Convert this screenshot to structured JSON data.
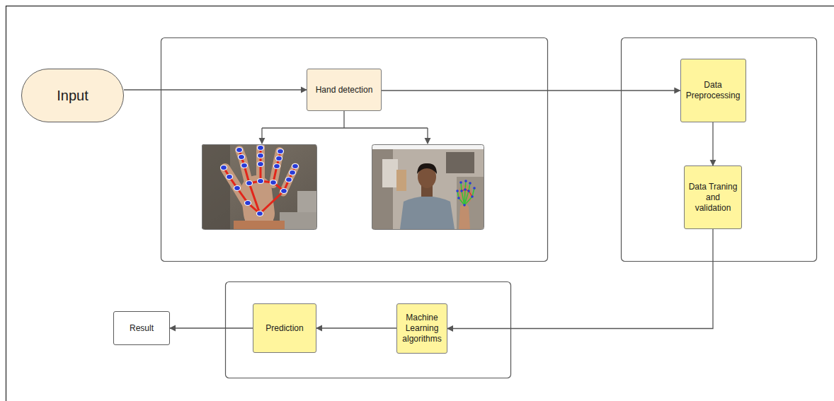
{
  "diagram": {
    "nodes": [
      {
        "text": [
          "Input"
        ]
      },
      {
        "text": [
          "Hand detection"
        ]
      },
      {
        "text": [
          "Data Preprocessing"
        ]
      },
      {
        "text": [
          "Data Traning and validation"
        ]
      },
      {
        "text": [
          "Machine Learning algorithms"
        ]
      },
      {
        "text": [
          "Prediction"
        ]
      },
      {
        "text": [
          "Result"
        ]
      }
    ],
    "edges": [
      {
        "from": 0,
        "to": 1,
        "arrow": "to"
      },
      {
        "from": 1,
        "to": 2,
        "arrow": "to"
      },
      {
        "from": 2,
        "to": 3,
        "arrow": "to"
      },
      {
        "from": 3,
        "to": 4,
        "arrow": "to"
      },
      {
        "from": 4,
        "to": 5,
        "arrow": "to"
      },
      {
        "from": 5,
        "to": 6,
        "arrow": "to"
      }
    ]
  }
}
